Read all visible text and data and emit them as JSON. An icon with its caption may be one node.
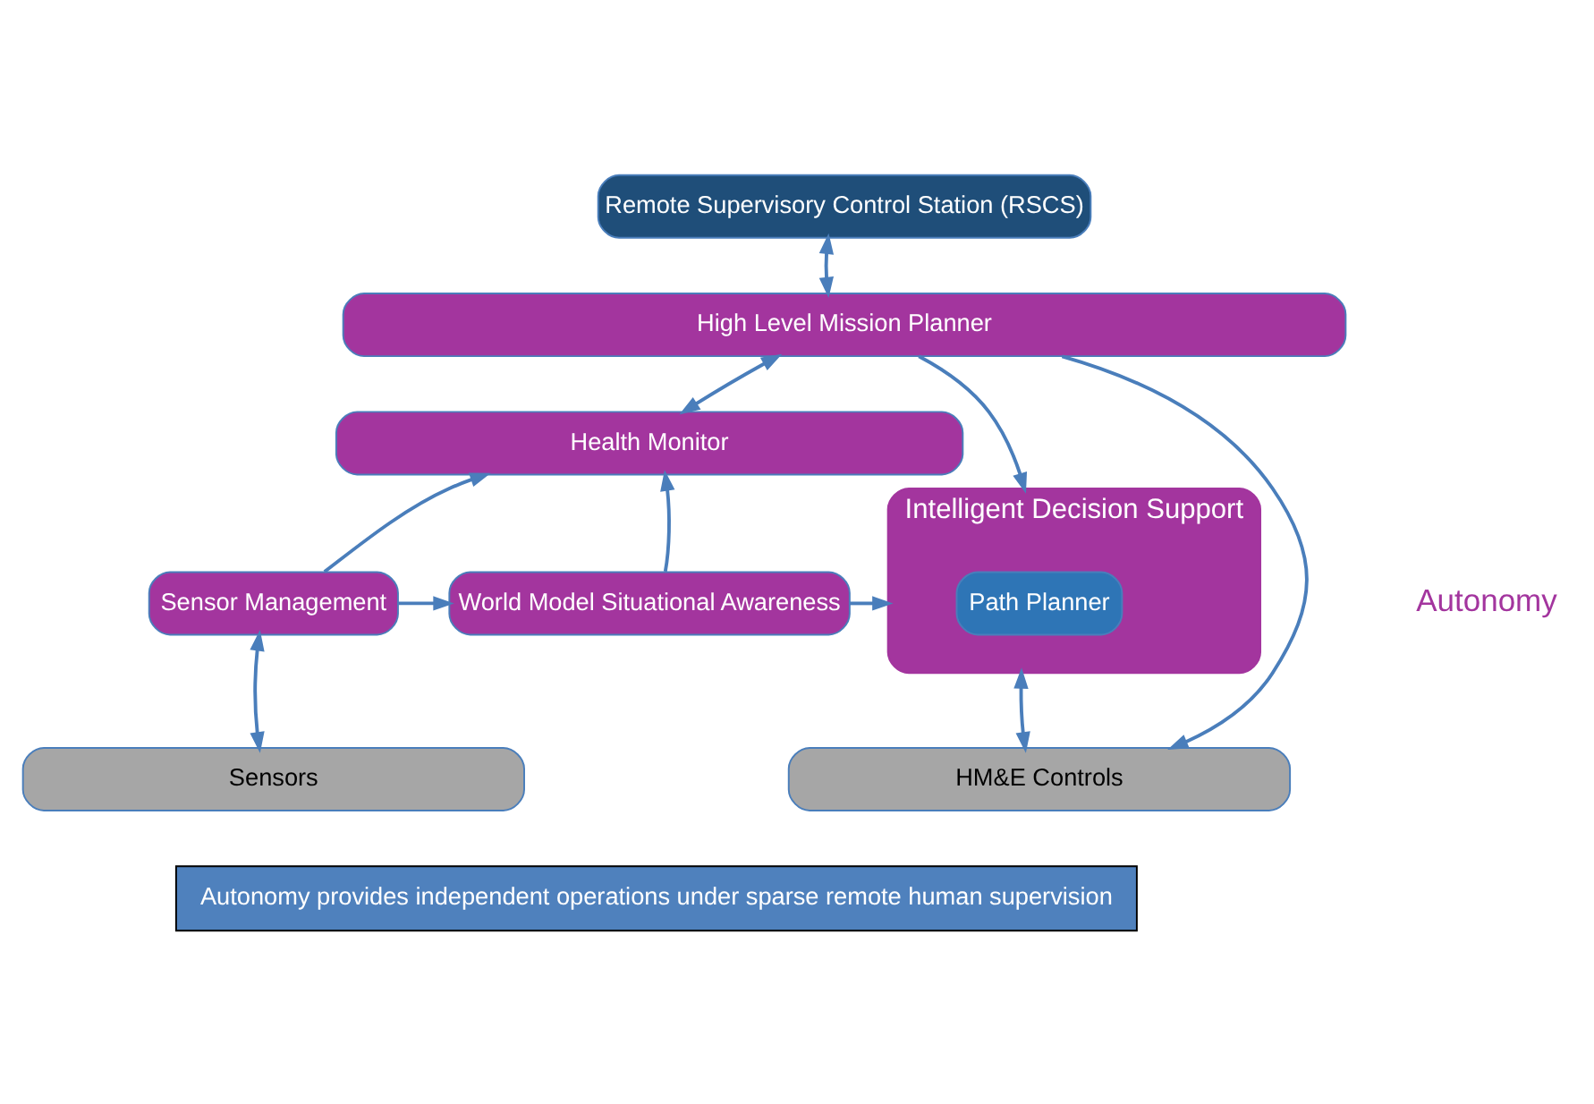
{
  "diagram": {
    "nodes": [
      {
        "text": [
          "Remote Supervisory Control Station (RSCS)"
        ]
      },
      {
        "text": [
          "High Level Mission Planner"
        ]
      },
      {
        "text": [
          "Health Monitor"
        ]
      },
      {
        "text": [
          "Intelligent Decision Support"
        ]
      },
      {
        "text": [
          "Path Planner"
        ],
        "in": 3
      },
      {
        "text": [
          "Sensor Management"
        ]
      },
      {
        "text": [
          "World Model Situational Awareness"
        ]
      },
      {
        "text": [
          "Sensors"
        ]
      },
      {
        "text": [
          "HM&E Controls"
        ]
      },
      {
        "text": [
          "Autonomy provides independent operations under sparse remote human supervision"
        ]
      }
    ],
    "edges": [
      {
        "from": 0,
        "to": 1,
        "arrow": "both"
      },
      {
        "from": 1,
        "to": 2,
        "arrow": "both"
      },
      {
        "from": 1,
        "to": 3,
        "arrow": "to"
      },
      {
        "from": 5,
        "to": 2,
        "arrow": "to"
      },
      {
        "from": 6,
        "to": 2,
        "arrow": "to"
      },
      {
        "from": 5,
        "to": 6,
        "arrow": "to"
      },
      {
        "from": 6,
        "to": 3,
        "arrow": "to"
      },
      {
        "from": 5,
        "to": 7,
        "arrow": "both"
      },
      {
        "from": 3,
        "to": 8,
        "arrow": "both"
      },
      {
        "from": 1,
        "to": 8,
        "arrow": "to"
      }
    ],
    "labels": [
      "Autonomy"
    ]
  }
}
